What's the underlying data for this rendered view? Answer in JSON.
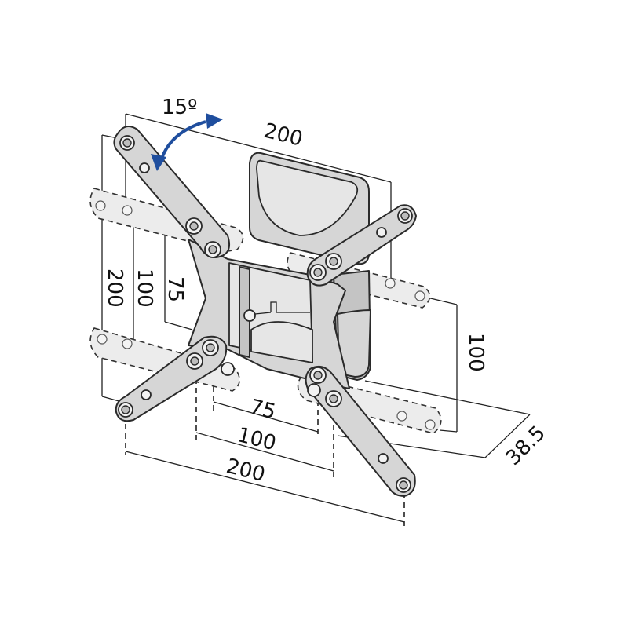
{
  "diagram": {
    "subject": "TV wall mount bracket with swivel arms",
    "tilt": {
      "label": "15º",
      "arrow_color": "#1f4e9e"
    },
    "dimensions": {
      "top_width": "200",
      "left_outer_height": "200",
      "left_mid_height": "100",
      "left_inner_height": "75",
      "right_height": "100",
      "depth": "38.5",
      "bottom_inner_width": "75",
      "bottom_mid_width": "100",
      "bottom_outer_width": "200"
    },
    "colors": {
      "part_fill": "#d6d6d6",
      "outline": "#2a2a2a",
      "background": "#ffffff"
    }
  }
}
